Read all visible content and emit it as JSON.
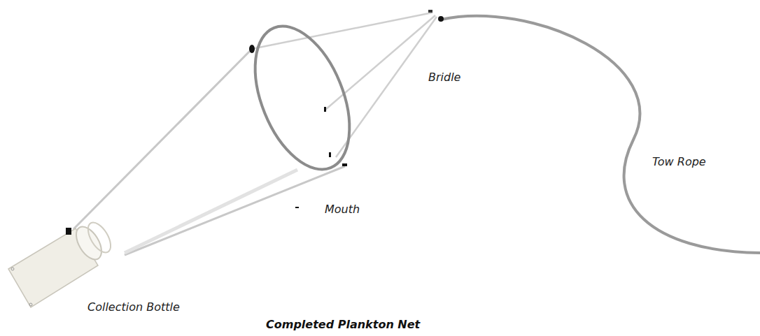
{
  "diagram": {
    "caption": "Completed Plankton Net",
    "labels": [
      "Bridle",
      "Tow Rope",
      "Mouth",
      "Collection Bottle"
    ]
  }
}
